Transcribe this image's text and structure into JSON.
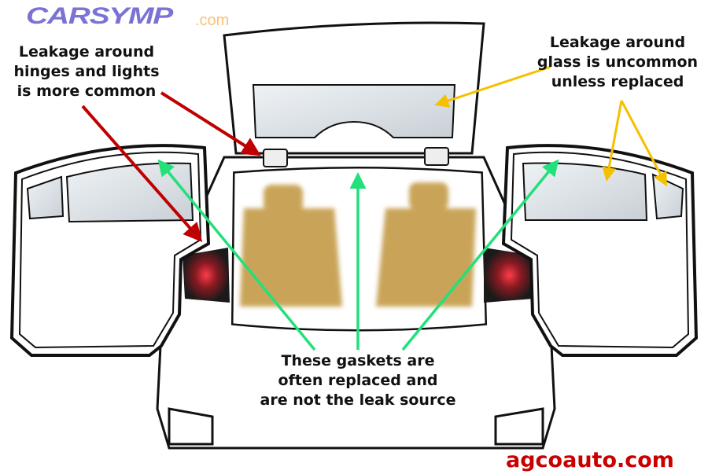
{
  "logo": {
    "main": "CARSYMP",
    "suffix": ".com"
  },
  "labels": {
    "hinges": "Leakage around\nhinges and lights\nis more common",
    "glass": "Leakage around\nglass is uncommon\nunless replaced",
    "gaskets": "These gaskets are\noften replaced and\nare not the leak source"
  },
  "watermark": "agcoauto.com",
  "colors": {
    "red_arrow": "#c00000",
    "yellow_arrow": "#f5c000",
    "green_arrow": "#22e07a",
    "seat": "#c9a458",
    "brand": "#c80000"
  }
}
